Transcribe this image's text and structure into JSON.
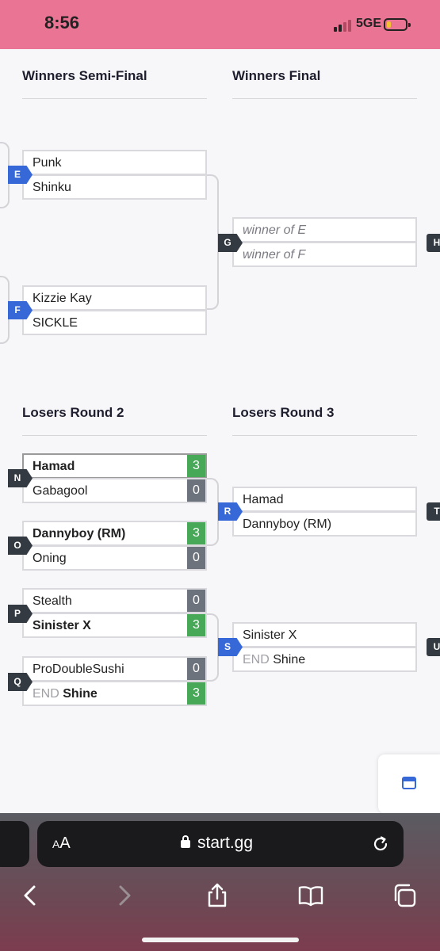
{
  "status": {
    "time": "8:56",
    "network": "5GE"
  },
  "rounds": {
    "winners_semi_final": "Winners Semi-Final",
    "winners_final": "Winners Final",
    "losers_round_2": "Losers Round 2",
    "losers_round_3": "Losers Round 3"
  },
  "matches": {
    "E": {
      "tag": "E",
      "top": "Punk",
      "bottom": "Shinku"
    },
    "F": {
      "tag": "F",
      "top": "Kizzie Kay",
      "bottom": "SICKLE"
    },
    "G": {
      "tag": "G",
      "top": "winner of E",
      "bottom": "winner of F"
    },
    "H": {
      "tag": "H"
    },
    "N": {
      "tag": "N",
      "top": "Hamad",
      "top_score": "3",
      "bottom": "Gabagool",
      "bottom_score": "0"
    },
    "O": {
      "tag": "O",
      "top": "Dannyboy (RM)",
      "top_score": "3",
      "bottom": "Oning",
      "bottom_score": "0"
    },
    "P": {
      "tag": "P",
      "top": "Stealth",
      "top_score": "0",
      "bottom": "Sinister X",
      "bottom_score": "3"
    },
    "Q": {
      "tag": "Q",
      "top": "ProDoubleSushi",
      "top_score": "0",
      "bottom_prefix": "END",
      "bottom": "Shine",
      "bottom_score": "3"
    },
    "R": {
      "tag": "R",
      "top": "Hamad",
      "bottom": "Dannyboy (RM)"
    },
    "S": {
      "tag": "S",
      "top": "Sinister X",
      "bottom_prefix": "END",
      "bottom": "Shine"
    },
    "T": {
      "tag": "T"
    },
    "U": {
      "tag": "U"
    }
  },
  "browser": {
    "text_size_label": "AA",
    "url": "start.gg"
  },
  "icons": [
    "signal-icon",
    "battery-icon",
    "bracket-view-icon",
    "lock-icon",
    "reload-icon",
    "back-icon",
    "forward-icon",
    "share-icon",
    "bookmarks-icon",
    "tabs-icon"
  ],
  "colors": {
    "status_bar": "#ea7493",
    "win_score": "#47a858",
    "lose_score": "#6d737c",
    "tag_blue": "#3768d8",
    "tag_dark": "#343a42"
  }
}
